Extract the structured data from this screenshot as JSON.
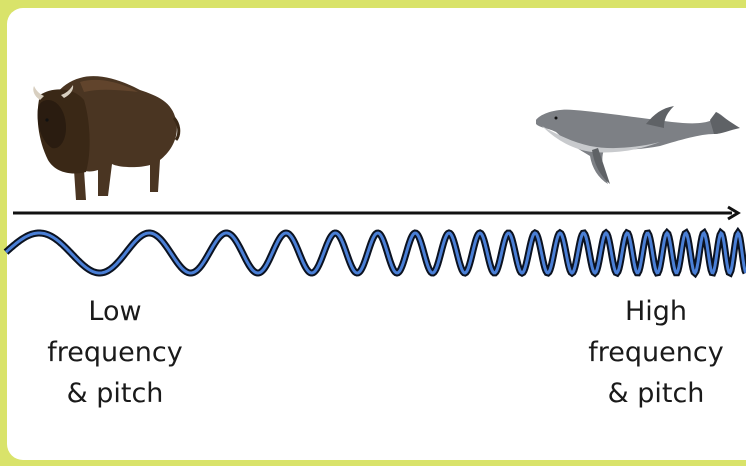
{
  "labels": {
    "low": "Low\nfrequency\n& pitch",
    "high": "High\nfrequency\n& pitch"
  },
  "animals": {
    "left": "bison",
    "right": "dolphin"
  },
  "icons": {
    "arrow": "arrow-right-icon"
  },
  "colors": {
    "frame": "#d9e36a",
    "wave_outer": "#0b1220",
    "wave_inner": "#4a7fd6",
    "arrow": "#111111"
  }
}
